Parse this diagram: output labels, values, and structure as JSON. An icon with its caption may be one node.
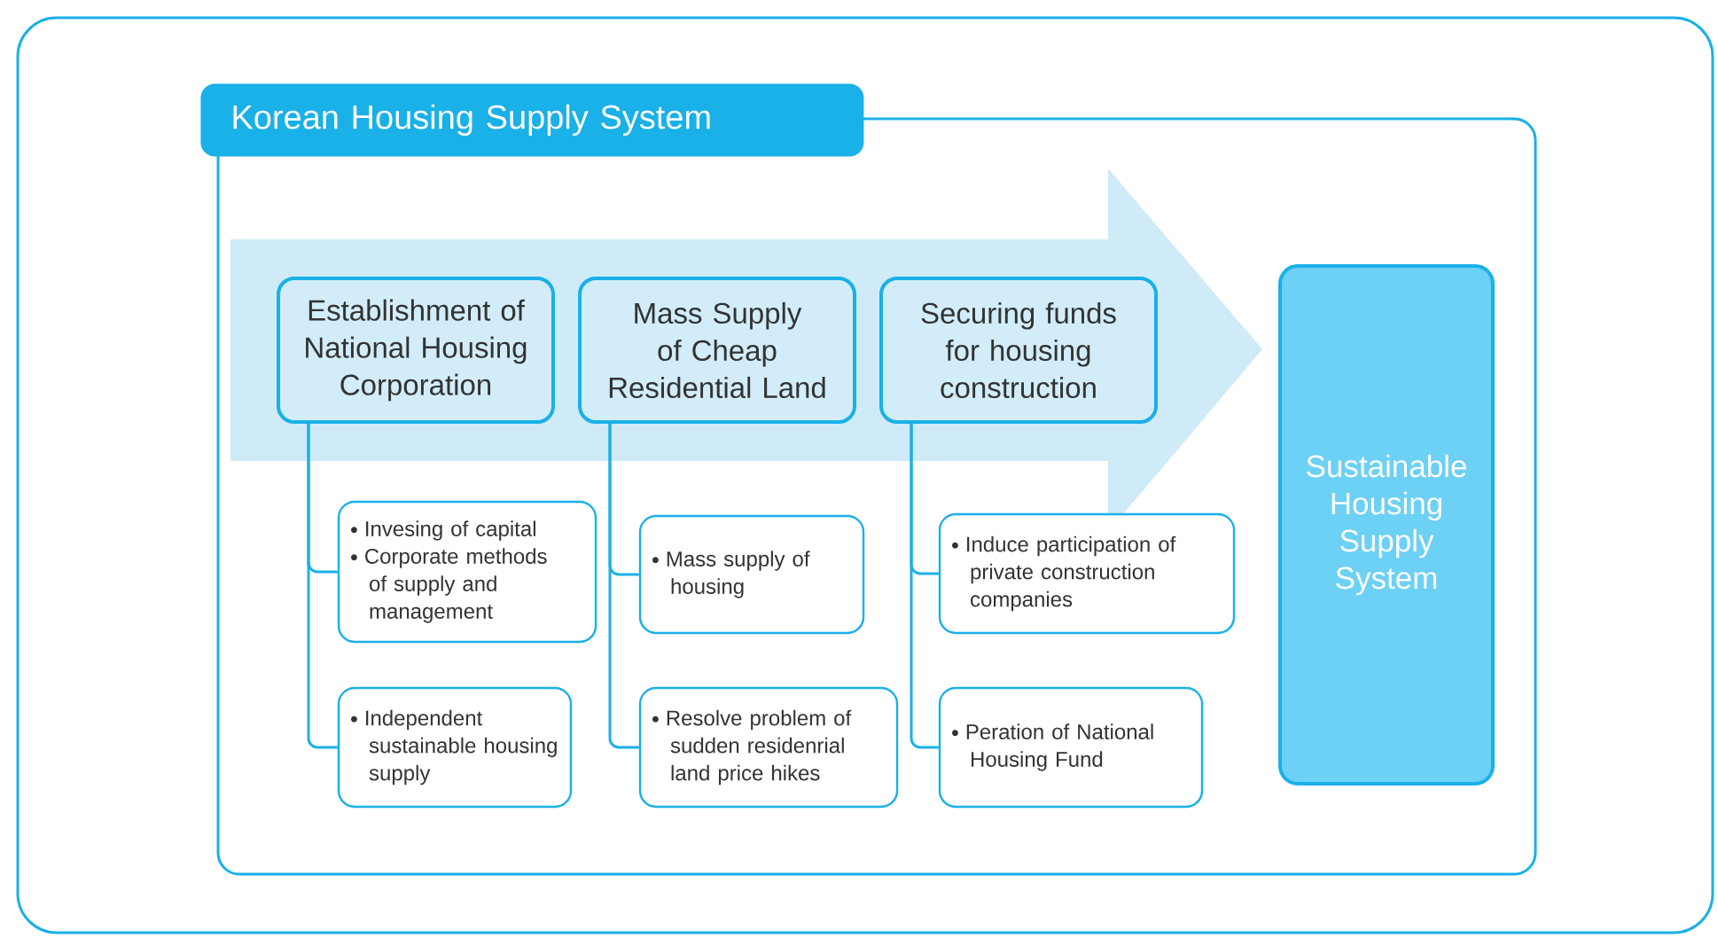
{
  "diagram": {
    "title": "Korean Housing Supply System",
    "nodes": [
      {
        "text": [
          "Establishment of National Housing Corporation"
        ]
      },
      {
        "text": [
          "Mass Supply of Cheap Residential Land"
        ]
      },
      {
        "text": [
          "Securing funds for housing construction"
        ]
      },
      {
        "text": [
          "Sustainable Housing Supply System"
        ]
      },
      {
        "text": [
          "Invesing of capital",
          "Corporate methods of supply and management"
        ]
      },
      {
        "text": [
          "Independent sustainable housing supply"
        ]
      },
      {
        "text": [
          "Mass supply of housing"
        ]
      },
      {
        "text": [
          "Resolve problem of sudden residenrial land price hikes"
        ]
      },
      {
        "text": [
          "Induce participation of private construction companies"
        ]
      },
      {
        "text": [
          "Peration of National Housing Fund"
        ]
      }
    ],
    "edges": [
      {
        "from": 0,
        "to": 4,
        "arrow": "none"
      },
      {
        "from": 0,
        "to": 5,
        "arrow": "none"
      },
      {
        "from": 1,
        "to": 6,
        "arrow": "none"
      },
      {
        "from": 1,
        "to": 7,
        "arrow": "none"
      },
      {
        "from": 2,
        "to": 8,
        "arrow": "none"
      },
      {
        "from": 2,
        "to": 9,
        "arrow": "none"
      }
    ]
  }
}
